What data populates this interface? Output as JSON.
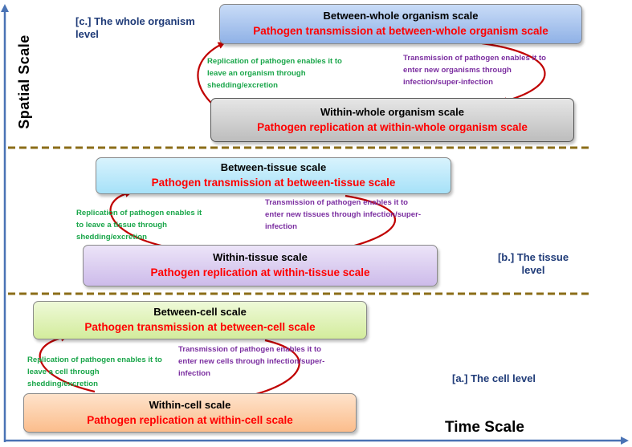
{
  "axes": {
    "y_label": "Spatial Scale",
    "x_label": "Time Scale"
  },
  "levels": {
    "organism": "[c.] The whole organism level",
    "tissue": "[b.] The tissue level",
    "cell": "[a.] The cell level"
  },
  "organism": {
    "between": {
      "title": "Between-whole organism scale",
      "subtitle": "Pathogen transmission at between-whole organism scale"
    },
    "within": {
      "title": "Within-whole organism scale",
      "subtitle": "Pathogen replication at within-whole organism scale"
    },
    "left_note": "Replication of  pathogen enables it to leave an organism through shedding/excretion",
    "right_note": "Transmission of  pathogen enables it to enter new organisms through infection/super-infection"
  },
  "tissue": {
    "between": {
      "title": "Between-tissue scale",
      "subtitle": "Pathogen transmission at between-tissue scale"
    },
    "within": {
      "title": "Within-tissue scale",
      "subtitle": "Pathogen replication at within-tissue scale"
    },
    "left_note": "Replication of  pathogen enables it to leave a  tissue through shedding/excretion",
    "right_note": "Transmission of  pathogen enables it to enter new  tissues through infection/super-infection"
  },
  "cell": {
    "between": {
      "title": "Between-cell scale",
      "subtitle": "Pathogen transmission at between-cell scale"
    },
    "within": {
      "title": "Within-cell scale",
      "subtitle": "Pathogen replication at within-cell scale"
    },
    "left_note": "Replication of  pathogen enables it to leave a  cell through shedding/excretion",
    "right_note": "Transmission of  pathogen enables it to enter new  cells through infection/super-infection"
  },
  "colors": {
    "axis": "#4a73b5",
    "divider": "#8b6d18",
    "arrow": "#c00000",
    "box_blue": "#a9c6f0",
    "box_gray": "#cfcfcf",
    "box_cyan": "#bfeafb",
    "box_purple": "#ddd0f0",
    "box_green": "#e3f4bf",
    "box_orange": "#fdd3b0"
  }
}
